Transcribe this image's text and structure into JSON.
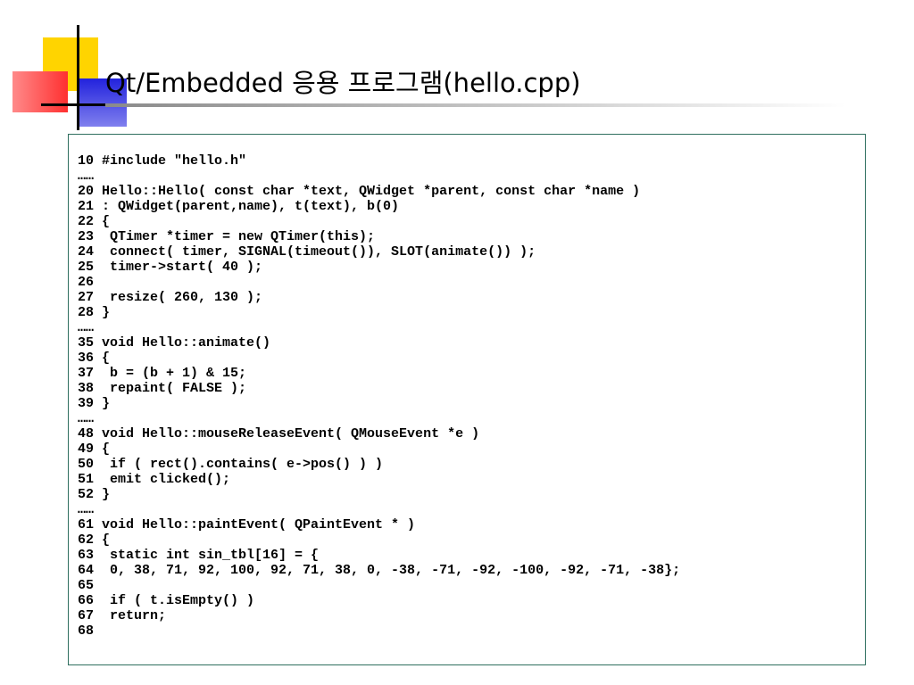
{
  "slide": {
    "title": "Qt/Embedded 응용 프로그램(hello.cpp)"
  },
  "code": {
    "lines": [
      "10 #include \"hello.h\"",
      "……",
      "20 Hello::Hello( const char *text, QWidget *parent, const char *name )",
      "21 : QWidget(parent,name), t(text), b(0)",
      "22 {",
      "23  QTimer *timer = new QTimer(this);",
      "24  connect( timer, SIGNAL(timeout()), SLOT(animate()) );",
      "25  timer->start( 40 );",
      "26",
      "27  resize( 260, 130 );",
      "28 }",
      "……",
      "35 void Hello::animate()",
      "36 {",
      "37  b = (b + 1) & 15;",
      "38  repaint( FALSE );",
      "39 }",
      "……",
      "48 void Hello::mouseReleaseEvent( QMouseEvent *e )",
      "49 {",
      "50  if ( rect().contains( e->pos() ) )",
      "51  emit clicked();",
      "52 }",
      "……",
      "61 void Hello::paintEvent( QPaintEvent * )",
      "62 {",
      "63  static int sin_tbl[16] = {",
      "64  0, 38, 71, 92, 100, 92, 71, 38, 0, -38, -71, -92, -100, -92, -71, -38};",
      "65",
      "66  if ( t.isEmpty() )",
      "67  return;",
      "68"
    ]
  }
}
